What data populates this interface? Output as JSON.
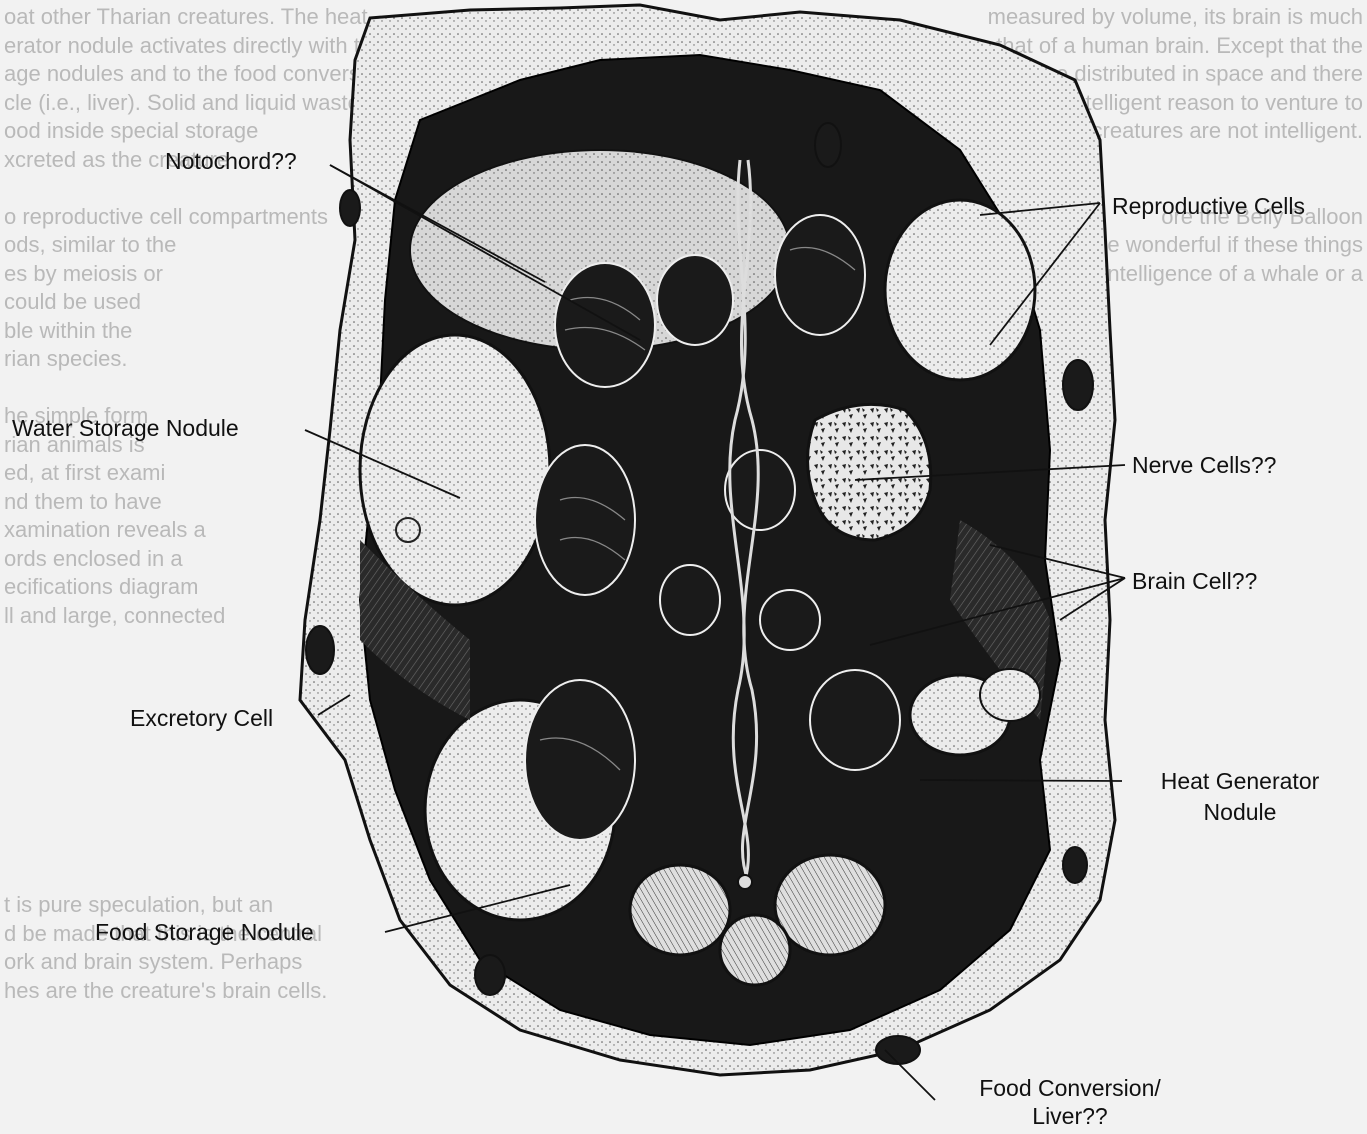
{
  "labels": {
    "notochord": "Notochord??",
    "reproductive": "Reproductive Cells",
    "water_storage": "Water Storage Nodule",
    "nerve": "Nerve Cells??",
    "brain": "Brain Cell??",
    "excretory": "Excretory Cell",
    "heat_line1": "Heat Generator",
    "heat_line2": "Nodule",
    "food_storage": "Food Storage Nodule",
    "food_conv_line1": "Food Conversion/",
    "food_conv_line2": "Liver??"
  },
  "bleed_text_left": [
    "oat other Tharian creatures. The heat",
    "erator nodule activates directly with the",
    "age nodules and to the food conversion",
    "cle (i.e., liver). Solid and liquid waste are",
    "ood inside special storage",
    "xcreted as the creature",
    "",
    "o reproductive cell compartments",
    "ods, similar to the",
    "es by meiosis or",
    "could be used",
    "ble within the",
    "rian species.",
    "",
    "he simple form",
    "rian animals is",
    "ed, at first exami",
    "nd them to have",
    "xamination reveals a",
    "ords enclosed in a",
    "ecifications diagram",
    "ll and large, connected"
  ],
  "bleed_text_right": [
    "measured by volume, its brain is much",
    "than that of a human brain. Except that the",
    "cells are distributed in space and there",
    "appears to be no intelligent reason to venture to",
    "the creatures are not intelligent.",
    "",
    "",
    "ore the Belly Balloon",
    "it would be wonderful if these things",
    "had the intelligence of a whale or a"
  ],
  "bleed_text_bottom": [
    "t is pure speculation, but an",
    "d be made that this is the central",
    "ork and brain system. Perhaps",
    "hes are the creature's brain cells."
  ]
}
